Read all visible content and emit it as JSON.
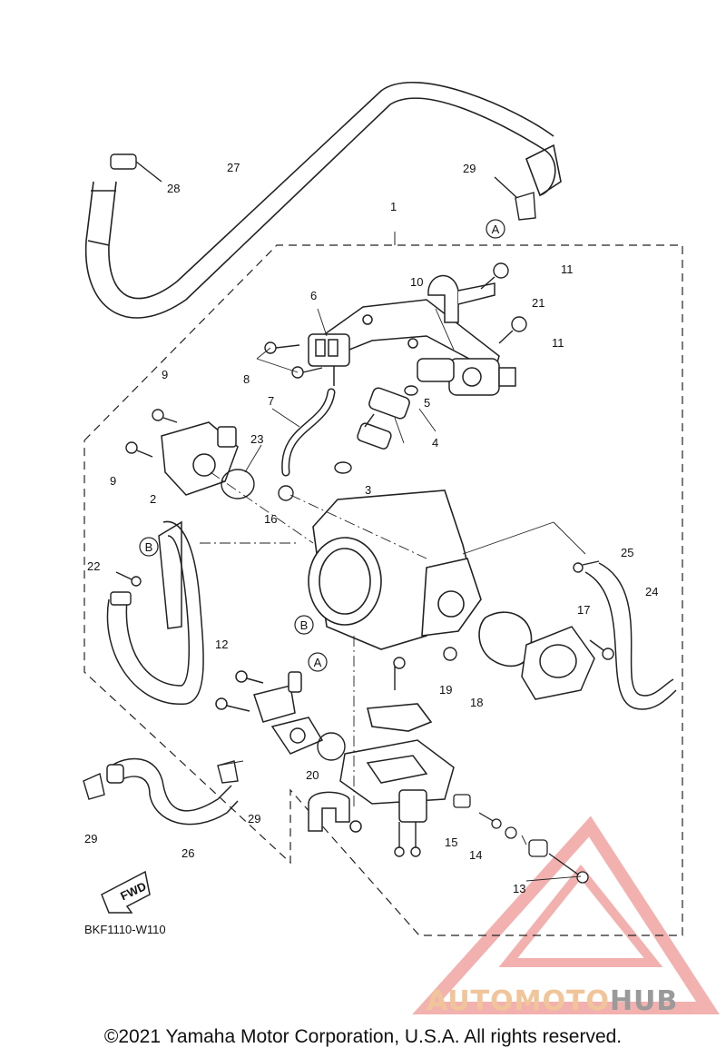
{
  "diagram": {
    "callouts": [
      "1",
      "2",
      "3",
      "4",
      "5",
      "6",
      "7",
      "8",
      "9",
      "9",
      "10",
      "11",
      "11",
      "12",
      "13",
      "14",
      "15",
      "16",
      "17",
      "18",
      "19",
      "20",
      "21",
      "22",
      "23",
      "24",
      "25",
      "26",
      "27",
      "28",
      "29",
      "29",
      "29"
    ],
    "reference_markers": [
      "A",
      "A",
      "B",
      "B"
    ],
    "direction_label": "FWD",
    "drawing_code": "BKF1110-W110"
  },
  "watermark": {
    "part1": "AUTOMOTO",
    "part2": "HUB",
    "color_accent": "#e8726f",
    "color_text": "#f1c59a",
    "color_gray": "#9a9a9a"
  },
  "footer": {
    "copyright": "©2021 Yamaha Motor Corporation, U.S.A. All rights reserved."
  }
}
